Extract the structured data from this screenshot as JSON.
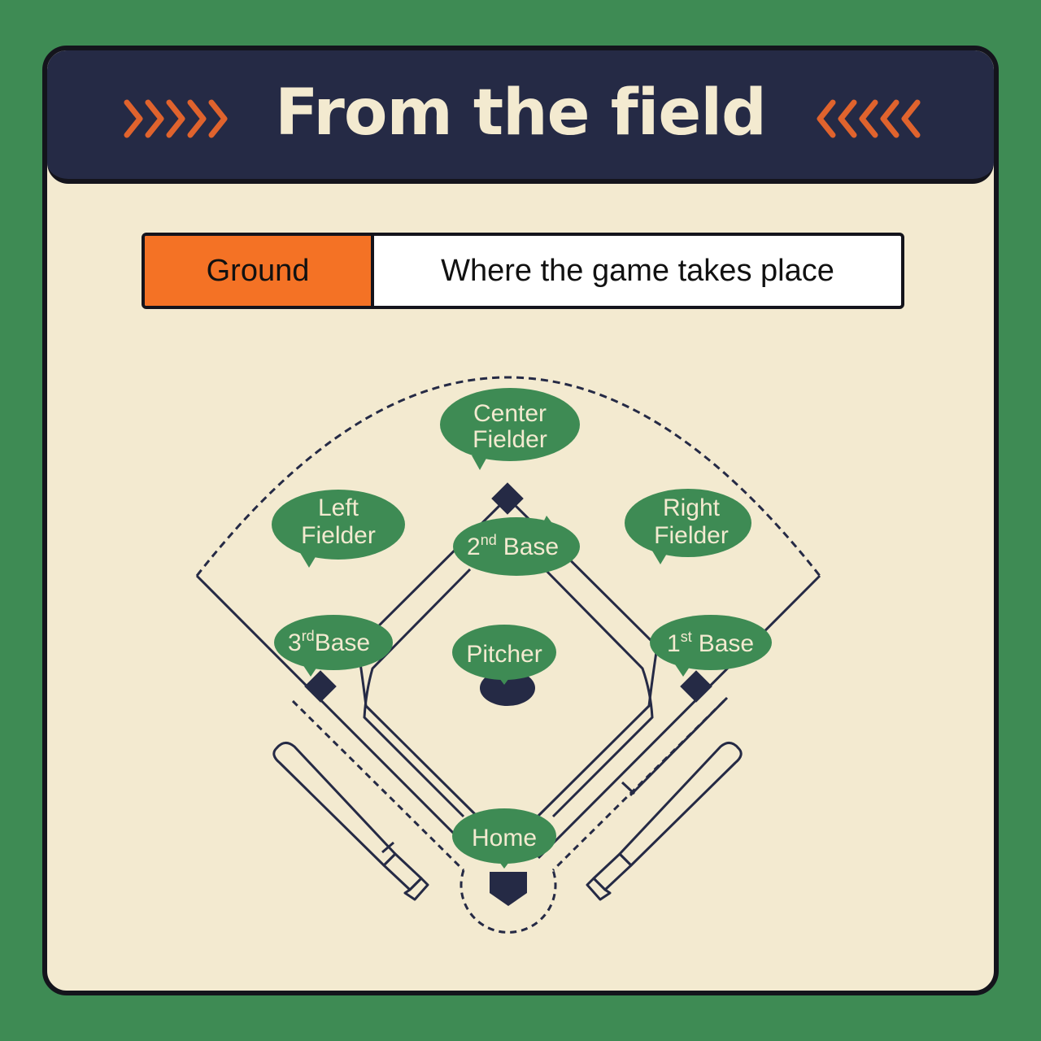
{
  "header": {
    "title": "From the field",
    "left_decoration": "double-chevron-right-icon",
    "right_decoration": "double-chevron-left-icon"
  },
  "term": {
    "label": "Ground",
    "description": "Where the game takes place"
  },
  "positions": {
    "center_fielder": {
      "line1": "Center",
      "line2": "Fielder"
    },
    "left_fielder": {
      "line1": "Left",
      "line2": "Fielder"
    },
    "right_fielder": {
      "line1": "Right",
      "line2": "Fielder"
    },
    "second_base": {
      "num": "2",
      "sup": "nd",
      "word": "Base"
    },
    "third_base": {
      "num": "3",
      "sup": "rd",
      "word": "Base"
    },
    "first_base": {
      "num": "1",
      "sup": "st",
      "word": "Base"
    },
    "pitcher": {
      "label": "Pitcher"
    },
    "home": {
      "label": "Home"
    }
  },
  "colors": {
    "background": "#3e8b54",
    "card": "#f3ead0",
    "header": "#252a45",
    "accent_orange": "#f47225",
    "chevron": "#e0632d",
    "bubble": "#3e8b54",
    "line": "#252a45"
  }
}
